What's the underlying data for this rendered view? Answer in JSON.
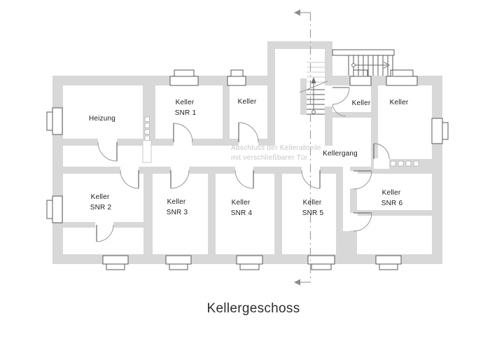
{
  "title": "Kellergeschoss",
  "colors": {
    "wall": "#d8d8d8",
    "line": "#595959",
    "ink": "#1c1c1c",
    "faint": "#c6c6c6",
    "section": "#9f9f9f",
    "title": "#2e2e2e"
  },
  "watermark": {
    "line1": "Abschluss der Kellerabteile",
    "line2": "mit verschließbarer Tür"
  },
  "corridor": {
    "label": "Kellergang"
  },
  "rooms": {
    "heizung": {
      "label": "Heizung"
    },
    "snr1": {
      "line1": "Keller",
      "line2": "SNR 1"
    },
    "keller_mid": {
      "label": "Keller"
    },
    "keller_small": {
      "label": "Keller"
    },
    "keller_right": {
      "label": "Keller"
    },
    "snr2": {
      "line1": "Keller",
      "line2": "SNR 2"
    },
    "snr3": {
      "line1": "Keller",
      "line2": "SNR 3"
    },
    "snr4": {
      "line1": "Keller",
      "line2": "SNR 4"
    },
    "snr5": {
      "line1": "Keller",
      "line2": "SNR 5"
    },
    "snr6": {
      "line1": "Keller",
      "line2": "SNR 6"
    }
  }
}
